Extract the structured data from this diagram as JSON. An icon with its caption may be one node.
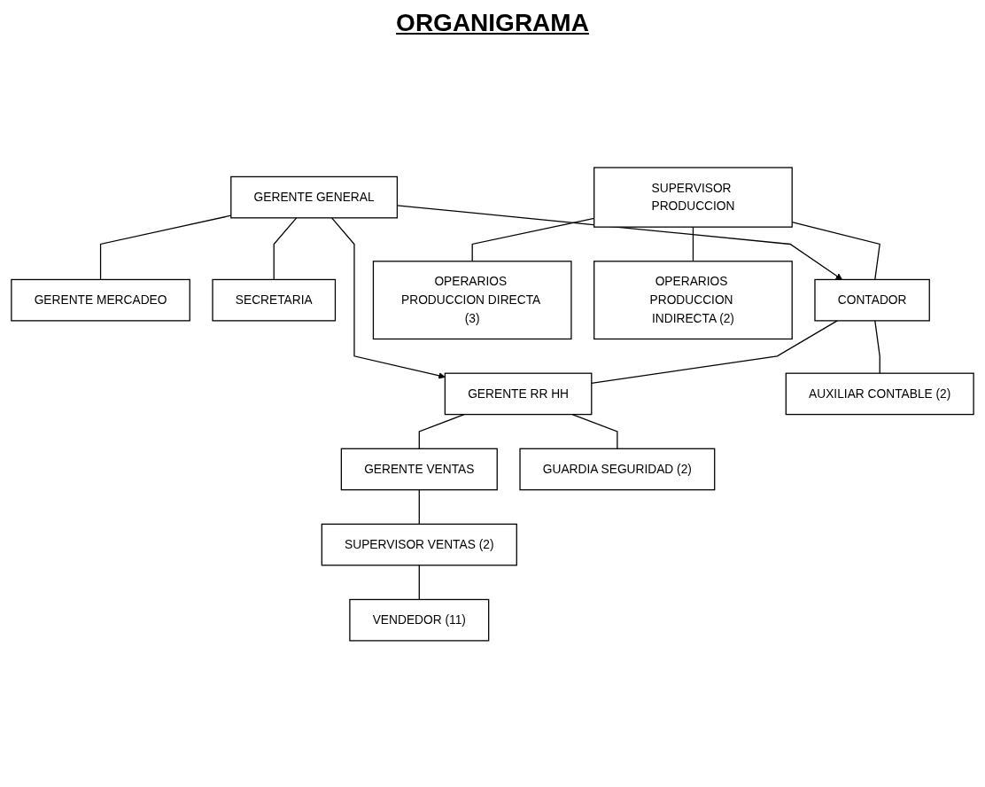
{
  "diagram": {
    "title": "ORGANIGRAMA",
    "nodes": [
      {
        "text": [
          "GERENTE GENERAL"
        ]
      },
      {
        "text": [
          "GERENTE MERCADEO"
        ]
      },
      {
        "text": [
          "SECRETARIA"
        ]
      },
      {
        "text": [
          "SUPERVISOR PRODUCCION"
        ]
      },
      {
        "text": [
          "CONTADOR"
        ]
      },
      {
        "text": [
          "GERENTE RR HH"
        ]
      },
      {
        "text": [
          "GERENTE VENTAS"
        ]
      },
      {
        "text": [
          "OPERARIOS PRODUCCION DIRECTA (3)"
        ]
      },
      {
        "text": [
          "OPERARIOS PRODUCCION INDIRECTA (2)"
        ]
      },
      {
        "text": [
          "AUXILIAR CONTABLE (2)"
        ]
      },
      {
        "text": [
          "GUARDIA SEGURIDAD (2)"
        ]
      },
      {
        "text": [
          "SUPERVISOR VENTAS (2)"
        ]
      },
      {
        "text": [
          "VENDEDOR (11)"
        ]
      }
    ],
    "edges": [
      {
        "from": 0,
        "to": 1,
        "arrow": "none"
      },
      {
        "from": 0,
        "to": 2,
        "arrow": "none"
      },
      {
        "from": 0,
        "to": 4,
        "arrow": "to"
      },
      {
        "from": 0,
        "to": 5,
        "arrow": "to"
      },
      {
        "from": 3,
        "to": 4,
        "arrow": "none"
      },
      {
        "from": 4,
        "to": 5,
        "arrow": "none"
      },
      {
        "from": 5,
        "to": 6,
        "arrow": "none"
      },
      {
        "from": 3,
        "to": 7,
        "arrow": "none"
      },
      {
        "from": 3,
        "to": 8,
        "arrow": "none"
      },
      {
        "from": 4,
        "to": 9,
        "arrow": "none"
      },
      {
        "from": 5,
        "to": 10,
        "arrow": "none"
      },
      {
        "from": 6,
        "to": 11,
        "arrow": "none"
      },
      {
        "from": 11,
        "to": 12,
        "arrow": "none"
      }
    ]
  }
}
